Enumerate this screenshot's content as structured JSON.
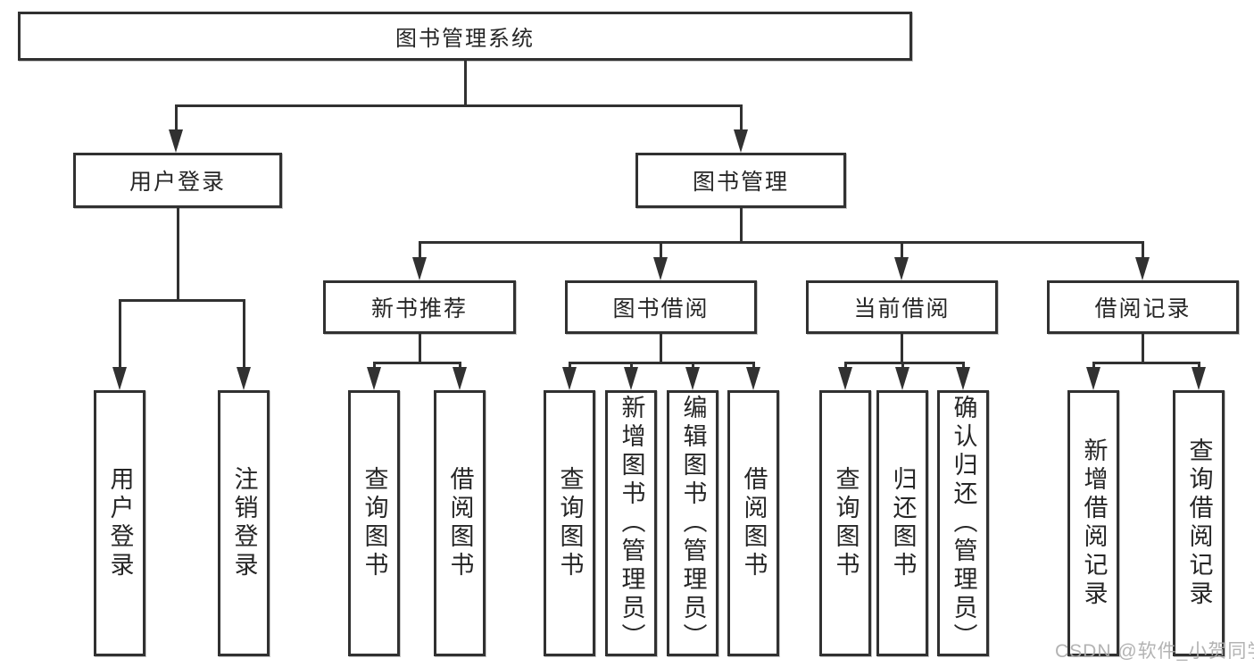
{
  "diagram": {
    "root": {
      "label": "图书管理系统"
    },
    "level2": [
      {
        "label": "用户登录"
      },
      {
        "label": "图书管理"
      }
    ],
    "level3": [
      {
        "label": "新书推荐"
      },
      {
        "label": "图书借阅"
      },
      {
        "label": "当前借阅"
      },
      {
        "label": "借阅记录"
      }
    ],
    "leaves": {
      "login": [
        {
          "label": "用户登录"
        },
        {
          "label": "注销登录"
        }
      ],
      "recommend": [
        {
          "label": "查询图书"
        },
        {
          "label": "借阅图书"
        }
      ],
      "borrow": [
        {
          "label": "查询图书"
        },
        {
          "label": "新增图书（管理员）"
        },
        {
          "label": "编辑图书（管理员）"
        },
        {
          "label": "借阅图书"
        }
      ],
      "current": [
        {
          "label": "查询图书"
        },
        {
          "label": "归还图书"
        },
        {
          "label": "确认归还（管理员）"
        }
      ],
      "records": [
        {
          "label": "新增借阅记录"
        },
        {
          "label": "查询借阅记录"
        }
      ]
    },
    "colors": {
      "line": "#313131",
      "text": "#262626",
      "background": "#ffffff"
    }
  },
  "watermark": {
    "text": "CSDN @软件_小贺同学",
    "color": "#acacac"
  }
}
